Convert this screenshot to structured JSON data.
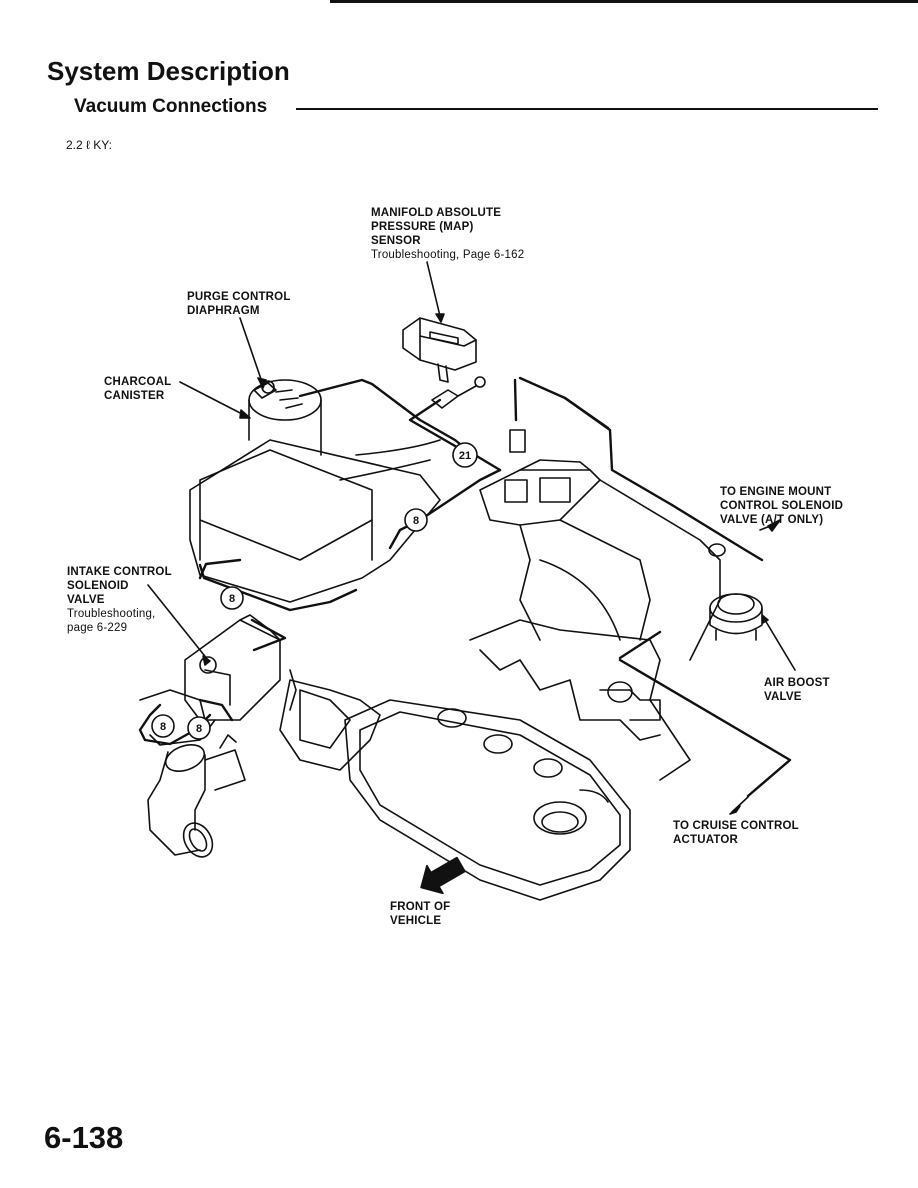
{
  "header": {
    "title": "System Description",
    "subtitle": "Vacuum Connections",
    "model": "2.2 ℓ KY:"
  },
  "labels": {
    "map_sensor": {
      "lines": [
        "MANIFOLD ABSOLUTE",
        "PRESSURE (MAP)",
        "SENSOR"
      ],
      "ref": "Troubleshooting, Page 6-162"
    },
    "purge_control": {
      "lines": [
        "PURGE CONTROL",
        "DIAPHRAGM"
      ]
    },
    "charcoal_canister": {
      "lines": [
        "CHARCOAL",
        "CANISTER"
      ]
    },
    "intake_control": {
      "lines": [
        "INTAKE CONTROL",
        "SOLENOID",
        "VALVE"
      ],
      "ref1": "Troubleshooting,",
      "ref2": "page 6-229"
    },
    "engine_mount": {
      "lines": [
        "TO ENGINE MOUNT",
        "CONTROL SOLENOID",
        "VALVE (A/T ONLY)"
      ]
    },
    "air_boost": {
      "lines": [
        "AIR BOOST",
        "VALVE"
      ]
    },
    "cruise_control": {
      "lines": [
        "TO CRUISE CONTROL",
        "ACTUATOR"
      ]
    },
    "front": {
      "lines": [
        "FRONT OF",
        "VEHICLE"
      ]
    }
  },
  "callouts": [
    "21",
    "8",
    "8",
    "8",
    "8"
  ],
  "footer": {
    "page_number": "6-138"
  }
}
